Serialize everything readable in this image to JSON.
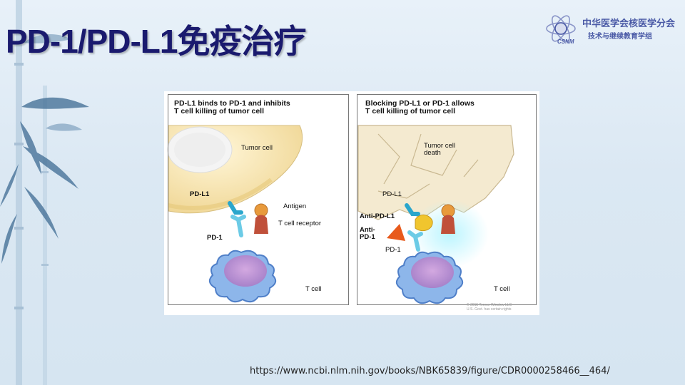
{
  "slide": {
    "title": "PD-1/PD-L1免疫治疗",
    "source_url": "https://www.ncbi.nlm.nih.gov/books/NBK65839/figure/CDR0000258466__464/"
  },
  "logo": {
    "org_name": "中华医学会核医学分会",
    "sub_name": "技术与继续教育学组",
    "emblem_text": "CSNM"
  },
  "figure": {
    "left_panel": {
      "title": "PD-L1 binds to PD-1 and inhibits\nT cell killing of tumor cell",
      "labels": {
        "tumor_cell": "Tumor cell",
        "pd_l1": "PD-L1",
        "antigen": "Antigen",
        "t_cell_receptor": "T cell receptor",
        "pd_1": "PD-1",
        "t_cell": "T cell"
      }
    },
    "right_panel": {
      "title": "Blocking PD-L1 or PD-1 allows\nT cell killing of tumor cell",
      "labels": {
        "tumor_cell_death": "Tumor cell\ndeath",
        "pd_l1": "PD-L1",
        "anti_pd_l1": "Anti-PD-L1",
        "anti_pd_1": "Anti-\nPD-1",
        "pd_1": "PD-1",
        "t_cell": "T cell"
      }
    },
    "copyright": "© 2015 Terese Winslow LLC\nU.S. Govt. has certain rights"
  },
  "colors": {
    "title": "#1a1a6e",
    "logo": "#4a5aa6",
    "tumor_cell": "#f6e6b4",
    "t_cell": "#7fa8e0",
    "pd_l1": "#2aa6cc",
    "anti_pd_l1": "#f0c52e",
    "anti_pd_1": "#e85a1c",
    "antigen": "#e89a3c",
    "tcr": "#c0503a"
  }
}
